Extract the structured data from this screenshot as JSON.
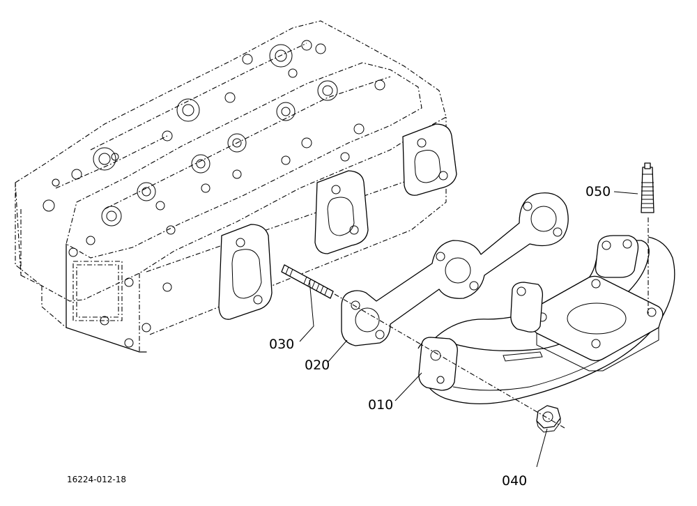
{
  "diagram": {
    "drawing_number": "16224-012-18",
    "parts": [
      {
        "id": "p010",
        "number": "010",
        "name-icon": "exhaust-manifold-icon"
      },
      {
        "id": "p020",
        "number": "020",
        "name-icon": "manifold-gasket-icon"
      },
      {
        "id": "p030",
        "number": "030",
        "name-icon": "stud-bolt-icon"
      },
      {
        "id": "p040",
        "number": "040",
        "name-icon": "hex-nut-icon"
      },
      {
        "id": "p050",
        "number": "050",
        "name-icon": "stud-bolt-icon"
      }
    ]
  }
}
